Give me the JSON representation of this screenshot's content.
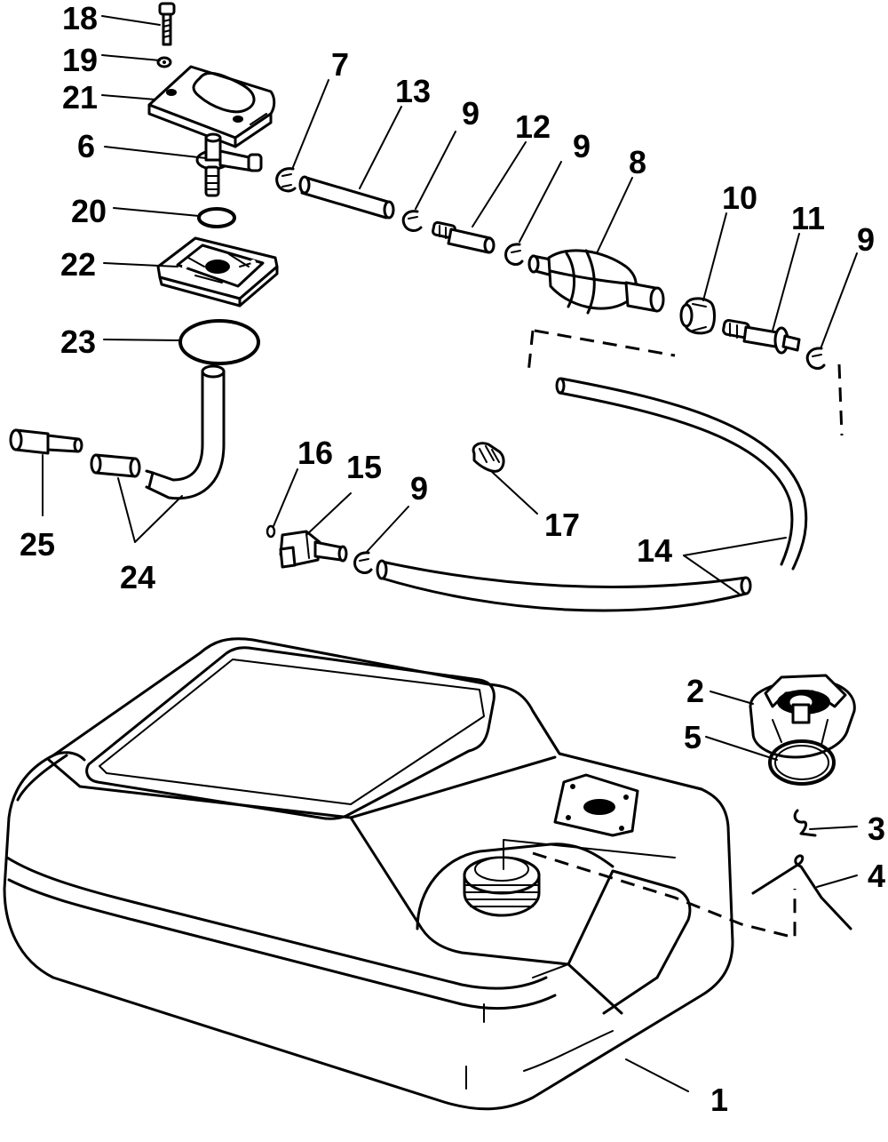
{
  "callouts": [
    {
      "id": "c1",
      "label": "1"
    },
    {
      "id": "c2",
      "label": "2"
    },
    {
      "id": "c3",
      "label": "3"
    },
    {
      "id": "c4",
      "label": "4"
    },
    {
      "id": "c5",
      "label": "5"
    },
    {
      "id": "c6",
      "label": "6"
    },
    {
      "id": "c7",
      "label": "7"
    },
    {
      "id": "c8",
      "label": "8"
    },
    {
      "id": "c9a",
      "label": "9"
    },
    {
      "id": "c9b",
      "label": "9"
    },
    {
      "id": "c9c",
      "label": "9"
    },
    {
      "id": "c9d",
      "label": "9"
    },
    {
      "id": "c10",
      "label": "10"
    },
    {
      "id": "c11",
      "label": "11"
    },
    {
      "id": "c12",
      "label": "12"
    },
    {
      "id": "c13",
      "label": "13"
    },
    {
      "id": "c14",
      "label": "14"
    },
    {
      "id": "c15",
      "label": "15"
    },
    {
      "id": "c16",
      "label": "16"
    },
    {
      "id": "c17",
      "label": "17"
    },
    {
      "id": "c18",
      "label": "18"
    },
    {
      "id": "c19",
      "label": "19"
    },
    {
      "id": "c20",
      "label": "20"
    },
    {
      "id": "c21",
      "label": "21"
    },
    {
      "id": "c22",
      "label": "22"
    },
    {
      "id": "c23",
      "label": "23"
    },
    {
      "id": "c24",
      "label": "24"
    },
    {
      "id": "c25",
      "label": "25"
    }
  ]
}
